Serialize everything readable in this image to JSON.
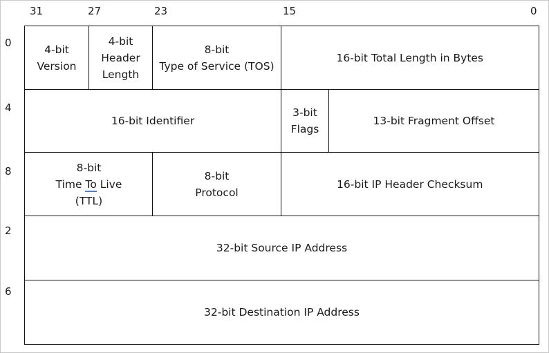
{
  "bit_positions": [
    "31",
    "27",
    "23",
    "15",
    "0"
  ],
  "row_offsets": [
    "0",
    "4",
    "8",
    "2",
    "6"
  ],
  "fields": {
    "version": [
      "4-bit",
      "Version"
    ],
    "header_length": [
      "4-bit",
      "Header",
      "Length"
    ],
    "tos": [
      "8-bit",
      "Type of Service (TOS)"
    ],
    "total_length": "16-bit Total Length in Bytes",
    "identifier": "16-bit Identifier",
    "flags": [
      "3-bit",
      "Flags"
    ],
    "fragment_offset": "13-bit Fragment Offset",
    "ttl": {
      "line1": "8-bit",
      "line2_a": "Time ",
      "line2_b": "To",
      "line2_c": " Live",
      "line3": "(TTL)"
    },
    "protocol": [
      "8-bit",
      "Protocol"
    ],
    "checksum": "16-bit IP Header Checksum",
    "source_ip": "32-bit Source IP Address",
    "dest_ip": "32-bit Destination IP Address"
  }
}
